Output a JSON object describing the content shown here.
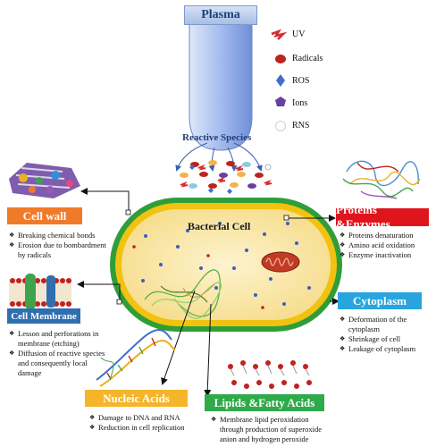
{
  "plasma": {
    "label": "Plasma"
  },
  "reactive_species_label": "Reactive Species",
  "legend": [
    {
      "label": "UV",
      "icon": "uv-bolt-icon",
      "color": "#d62b2b"
    },
    {
      "label": "Radicals",
      "icon": "radical-circle-icon",
      "color": "#c0221c"
    },
    {
      "label": "ROS",
      "icon": "ros-diamond-icon",
      "color": "#3f6fc8"
    },
    {
      "label": "Ions",
      "icon": "ion-pentagon-icon",
      "color": "#6a3fa0"
    },
    {
      "label": "RNS",
      "icon": "rns-ring-icon",
      "color": "#e6e6e6"
    }
  ],
  "cell": {
    "label": "Bacterial Cell"
  },
  "targets": {
    "cell_wall": {
      "title": "Cell wall",
      "color": "#f07a2a",
      "items": [
        "Breaking chemical bonds",
        "Erosion due to bombardment by radicals"
      ]
    },
    "cell_membrane": {
      "title": "Cell Membrane",
      "color": "#2f6fb0",
      "items": [
        "Lesson and perforations in membrane (etching)",
        "Diffusion of reactive species and consequently local damage"
      ]
    },
    "nucleic_acids": {
      "title": "Nucleic Acids",
      "color": "#f5b52a",
      "items": [
        "Damage to DNA and RNA",
        "Reduction in cell replication"
      ]
    },
    "lipids": {
      "title": "Lipids &Fatty Acids",
      "color": "#2eaa4a",
      "items": [
        "Membrane lipid peroxidation through production of superoxide anion and hydrogen peroxide"
      ]
    },
    "proteins": {
      "title": "Proteins &Enzymes",
      "color": "#e0141c",
      "items": [
        "Proteins denaturation",
        "Amino acid oxidation",
        "Enzyme inactivation"
      ]
    },
    "cytoplasm": {
      "title": "Cytoplasm",
      "color": "#28a4df",
      "items": [
        "Deformation of the cytoplasm",
        "Shrinkage of cell",
        "Leakage of cytoplasm"
      ]
    }
  }
}
